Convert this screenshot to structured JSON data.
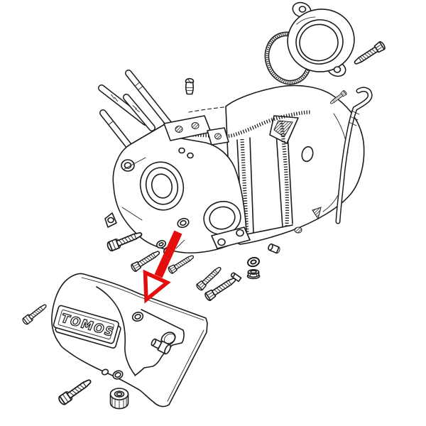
{
  "diagram": {
    "description": "Exploded line-art parts drawing of a Tomos moped engine crankcase; a red arrow highlights the clutch side cover",
    "brand_label": "TOMOS",
    "line_color": "#1c1c1c",
    "background_color": "#ffffff",
    "highlight": {
      "arrow_color": "#e30f0f",
      "points_to": "clutch-cover"
    },
    "parts": [
      "cylinder-studs",
      "small-screw",
      "crankcase-right-half",
      "crankcase-left-half",
      "center-gasket-seam",
      "o-ring-gasket",
      "bearing-flange",
      "flange-bolt",
      "vent-tube",
      "cover-bolts",
      "washers",
      "flanged-nut",
      "knurled-nut",
      "clutch-cover",
      "tomos-logo-plaque",
      "highlight-arrow"
    ]
  }
}
